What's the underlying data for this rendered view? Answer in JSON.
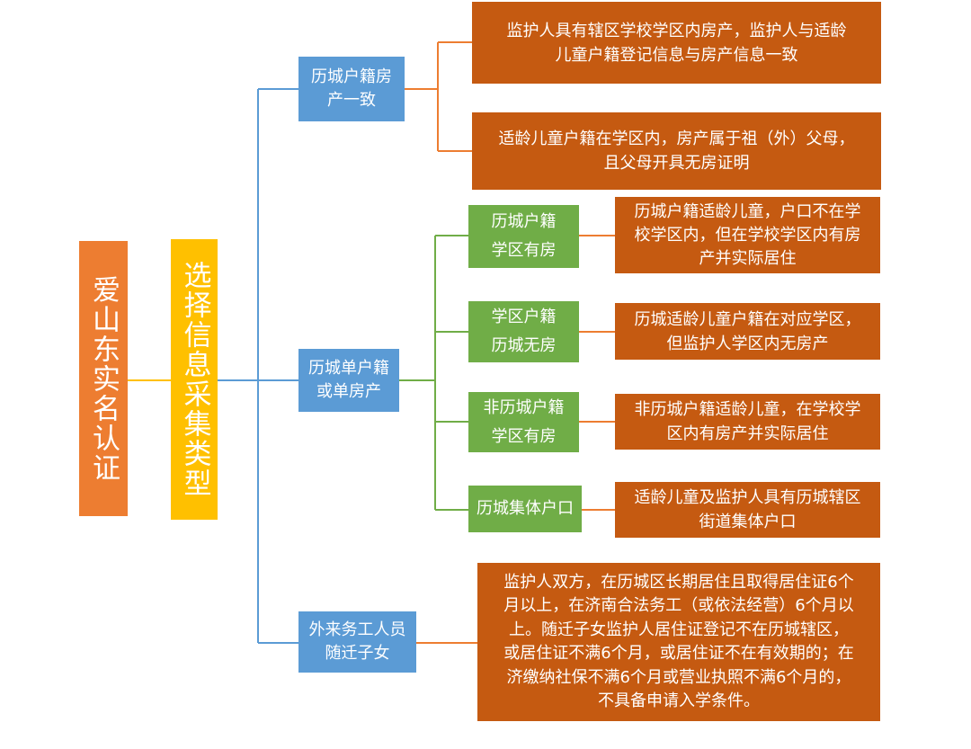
{
  "root": {
    "label": "爱山东实名认证"
  },
  "level1": {
    "label": "选择信息采集类型"
  },
  "branches": {
    "b1": {
      "label": "历城户籍房\n产一致",
      "leaf1": "监护人具有辖区学校学区内房产，监护人与适龄\n儿童户籍登记信息与房产信息一致",
      "leaf2": "适龄儿童户籍在学区内，房产属于祖（外）父母，\n且父母开具无房证明"
    },
    "b2": {
      "label": "历城单户籍\n或单房产",
      "subs": {
        "s1": {
          "label": "历城户籍\n学区有房",
          "desc": "历城户籍适龄儿童，户口不在学\n校学区内，但在学校学区内有房\n产并实际居住"
        },
        "s2": {
          "label": "学区户籍\n历城无房",
          "desc": "历城适龄儿童户籍在对应学区，\n但监护人学区内无房产"
        },
        "s3": {
          "label": "非历城户籍\n学区有房",
          "desc": "非历城户籍适龄儿童，在学校学\n区内有房产并实际居住"
        },
        "s4": {
          "label": "历城集体户口",
          "desc": "适龄儿童及监护人具有历城辖区\n街道集体户口"
        }
      }
    },
    "b3": {
      "label": "外来务工人员\n随迁子女",
      "leaf": "监护人双方，在历城区长期居住且取得居住证6个\n月以上，在济南合法务工（或依法经营）6个月以\n上。随迁子女监护人居住证登记不在历城辖区，\n或居住证不满6个月，或居住证不在有效期的；在\n济缴纳社保不满6个月或营业执照不满6个月的，\n不具备申请入学条件。"
    }
  },
  "colors": {
    "root": "#ED7D31",
    "level1": "#FFC000",
    "level2": "#5B9BD5",
    "level3": "#70AD47",
    "leaf": "#C55A11",
    "connector_blue": "#5B9BD5",
    "connector_green": "#70AD47",
    "connector_orange": "#ED7D31",
    "connector_gold": "#FFC000"
  }
}
